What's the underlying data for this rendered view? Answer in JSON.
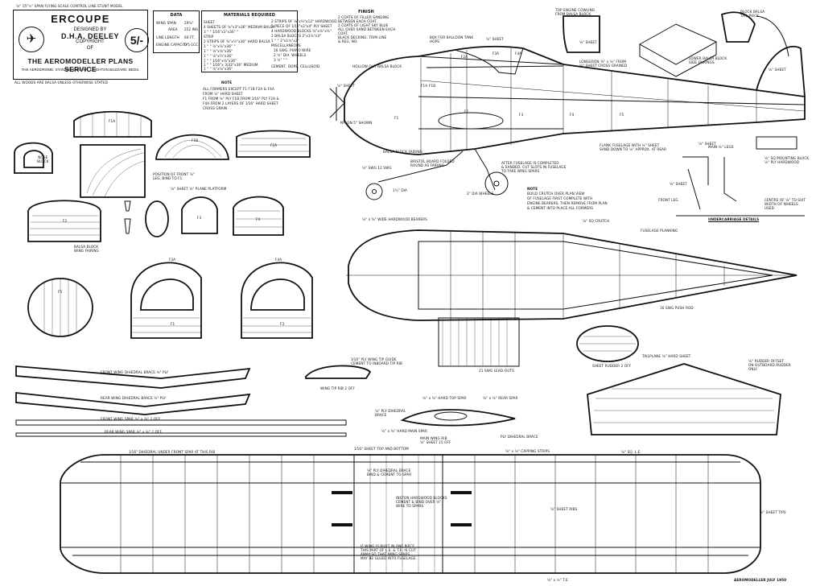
{
  "header_strip": "⅛\" 15\"½\" SPAN   FLYING   SCALE CONTROL LINE STUNT MODEL",
  "title_block": {
    "title": "ERCOUPE",
    "designed_by": "DESIGNED BY",
    "designer": "D.H.A. DEELEY",
    "copyright": "COPYRIGHT",
    "of": "OF",
    "service": "THE AEROMODELLER PLANS SERVICE",
    "address": "THE AERODROME, STANSBRIDGE, NR. LEIGHTON BUZZARD, BEDS.",
    "price": "5/-",
    "logo_glyph": "✈"
  },
  "woods_note": "ALL WOODS ARE BALSA UNLESS OTHERWISE STATED",
  "data_box": {
    "heading": "DATA",
    "rows": [
      [
        "WING SPAN",
        "29⅝\""
      ],
      [
        "AREA",
        "252 INS"
      ],
      [
        "LINE LENGTH",
        "60 FT."
      ],
      [
        "ENGINE CAPACITY",
        "0·5·1CC"
      ]
    ]
  },
  "materials": {
    "heading": "MATERIALS REQUIRED",
    "left": [
      "SHEET",
      "4 SHEETS OF ⅛\"x3\"x36\" MEDIUM BALSA",
      "3  \"  \" 1⁄16\"x3\"x36\"  \"",
      "STRIP",
      "2 STRIPS OF ⅜\"x¼\"x36\" HARD BALSA",
      "1  \"  \" ⅛\"x⅛\"x36\"  \"",
      "1  \"  \" ⅛\"x⅜\"x36\"",
      "1  \"  \" ⅛\"x¼\"x36\"",
      "1  \"  \" 1⁄16\"x⅛\"x36\"",
      "1  \"  \" 1⁄16\"x 3/32\"x36\" MEDIUM",
      "1  \"  \" ⅛\"x⅛\"x36\""
    ],
    "right": [
      "2 STRIPS OF ⅛\"x¼\"x12\" HARDWOOD",
      "1 PIECE OF 1⁄16\"x2\"x4\" PLY SHEET",
      "4 HARDWOOD BLOCKS ⅜\"x⅜\"x⅝\"",
      "2 BALSA BLOCKS 2\"x1⅛\"x3\"",
      "1  \"  \" 2\"x1½\"x2\"",
      "MISCELLANEOUS",
      "16 SWG. PIANO WIRE",
      "2 ¾\" DIA. WHEELS",
      "3 ½\"  \"  \"",
      "CEMENT, DOPE, CELLUSOID"
    ]
  },
  "finish": {
    "heading": "FINISH",
    "lines": [
      "2 COATS OF FILLER SANDING",
      "BETWEEN EACH COAT.",
      "2 COATS OF LIGHT SKY BLUE",
      "ALL OVER SAND BETWEEN EACH",
      "COAT.",
      "BLACK DECKING, TRIM LINE",
      "& REG. NO."
    ]
  },
  "former_note": [
    "NOTE",
    "ALL FORMERS EXCEPT F1 F1B F2A & F4A",
    "FROM ⅛\" HARD SHEET",
    "F1 FROM ⅛\" PLY  F1B FROM 1⁄16\" PLY F2A &",
    "F4A FROM 2 LAYERS OF 1⁄16\" HARD SHEET",
    "CROSS GRAIN"
  ],
  "parts": {
    "f1a": "F1A",
    "nose_block": "NOSE\nBLOCK",
    "f1b": "F1B",
    "f2a": "F2A",
    "pos_front": "POSITION OF FRONT ⅛\"\nLEG, BIND TO F1",
    "plate": "⅛\" SHEET ⅛\" PLANE PLATFORM",
    "f2": "F2",
    "f3": "F3",
    "f4": "F4",
    "f5": "F5",
    "f1": "F1",
    "f3a": "F3A",
    "f4a": "F4A",
    "balsa_block": "BALSA BLOCK\nWING FAIRING"
  },
  "side_view": {
    "box_balloon": "BOX FOR BALLOON TANK\nHOPS",
    "hollow_nose": "HOLLOW OUT BALSA BLOCK",
    "sheet_top": "⅛\" SHEET",
    "sheet_fwd": "⅛\" SHEET",
    "nylon_prop": "NYLON 5\" SHOWN",
    "balsa_fairing": "BALSA BLOCK FAIRING",
    "undercarriage": "BRISTOL BOARD FOLDED\nROUND AS FAIRING",
    "mg_wire": "⅛\" SWG 12 SWG",
    "wheel_3": "1¾\" DIA",
    "wheel_label": "2\" DIA WHEELS",
    "after_fuse": "AFTER FUSELAGE IS COMPLETED\n& SANDED, CUT SLOTS IN FUSELAGE\nTO TAKE WING SPARS",
    "flank_fuse": "FLANK FUSELAGE WITH ⅛\" SHEET\nSAND DOWN TO ⅛\" APPROX. AT REAR",
    "stab_ref": "⅛\" SHEET",
    "top_cowl": "TOP ENGINE COWLING\nFROM BALSA BLOCK",
    "sheet_cowl": "⅛\" SHEET",
    "lower_balsa": "LOWER BALSA BLOCK\nSIDE FAIRINGS",
    "longerons": "LONGERON ⅜\" x ⅛\" FROM\n⅛\" SHEET CROSS GRAINED",
    "block_balsa": "BLOCK BALSA\nTAIL PIECE",
    "fin_sheet": "⅛\" SHEET",
    "f_labels": [
      "F1",
      "F1A",
      "F1B",
      "F2",
      "F2A",
      "F3",
      "F3A",
      "F4",
      "F4A",
      "F5"
    ]
  },
  "building_note": [
    "NOTE",
    "BUILD CRUTCH OVER PLAN VIEW",
    "OF FUSELAGE FIRST COMPLETE WITH",
    "ENGINE BEARERS, THEN REMOVE FROM PLAN",
    "& CEMENT INTO PLACE ALL FORMERS"
  ],
  "undercarriage_detail": {
    "wire_leg": "MAIN ⅛\" LEGS",
    "sheet_binding": "⅛\" SHEET",
    "front_leg": "FRONT LEG",
    "mounting_block": "⅛\" SQ MOUNTING BLOCK\n⅛\" PLY HARDWOOD",
    "centre_line": "CENTRE OF ⅛\" TO SUIT\nWIDTH OF WHEELS\nUSED",
    "title": "UNDERCARRIAGE DETAILS"
  },
  "plan_view": {
    "bearers": "⅛\" x ⅜\" WIDE HARDWOOD BEARERS",
    "crutch": "⅛\" SQ CRUTCH",
    "planking": "FUSELAGE PLANKING",
    "push_rod": "16 SWG PUSH ROD",
    "lead_outs": "21 SWG LEAD-OUTS"
  },
  "rudder": {
    "label": "SHEET RUDDER 2 OFF",
    "note": "⅛\" RUDDER OFFSET\nON OUTBOARD RUDDER\nONLY"
  },
  "tailplane": {
    "label": "TAILPLANE ⅛\" HARD SHEET"
  },
  "spars": {
    "front_dihedral": "FRONT WING DIHEDRAL BRACE ⅛\" PLY",
    "rear_dihedral": "REAR WING DIHEDRAL BRACE ⅛\" PLY",
    "front_spar": "FRONT WING SPAR  ⅛\" x ⅜\" 2 OFF",
    "rear_spar": "REAR WING SPAR  ⅛\" x ⅛\" 2 OFF",
    "tip_rib": "WING TIP RIB 2 OFF",
    "tip_note": "1⁄16\" PLY WING TIP GUIDE\nCEMENT TO INBOARD TIP RIB",
    "hard_top": "⅛\" x ⅛\" HARD TOP SPAR",
    "rear_spar_sec": "⅛\" x ⅛\" REAR SPAR",
    "ply_brace": "⅛\" PLY DIHEDRAL\nBRACE",
    "main_spar": "⅛\" x ⅜\" HARD MAIN SPAR",
    "main_rib": "MAIN WING RIB\n⅛\" SHEET 15 OFF",
    "ply_dihedral": "PLY DIHEDRAL BRACE"
  },
  "wing": {
    "dihedral_under": "1⁄16\" DIHEDRAL UNDER FRONT SPAR AT THIS RIB",
    "top_bottom": "1⁄16\" SHEET TOP AND BOTTOM",
    "capping": "⅛\" x ⅛\" CAPPING STRIPS",
    "te": "⅛\" SQ. L.E.",
    "ply_brace_bind": "⅛\" PLY DIHEDRAL BRACE\nBIND & CEMENT TO SPAR",
    "hardwood_blocks": "INSTON HARDWOOD BLOCKS\nCEMENT & BIND OVER ⅛\"\nWIRE TO SPARS",
    "sheet_ribs": "⅛\" SHEET RIBS",
    "sheet_tips": "⅛\" SHEET TIPS",
    "built_one": "IF WING IS BUILT IN ONE PIECE\nTHIS PART OF L.E. & T.E. IS CUT\nAWAY SO THAT WING SPARS\nMAY BE GLUED INTO FUSELAGE.",
    "bottom_te": "⅛\" x ½\" T.E."
  },
  "footer": "AEROMODELLER JULY 1950"
}
